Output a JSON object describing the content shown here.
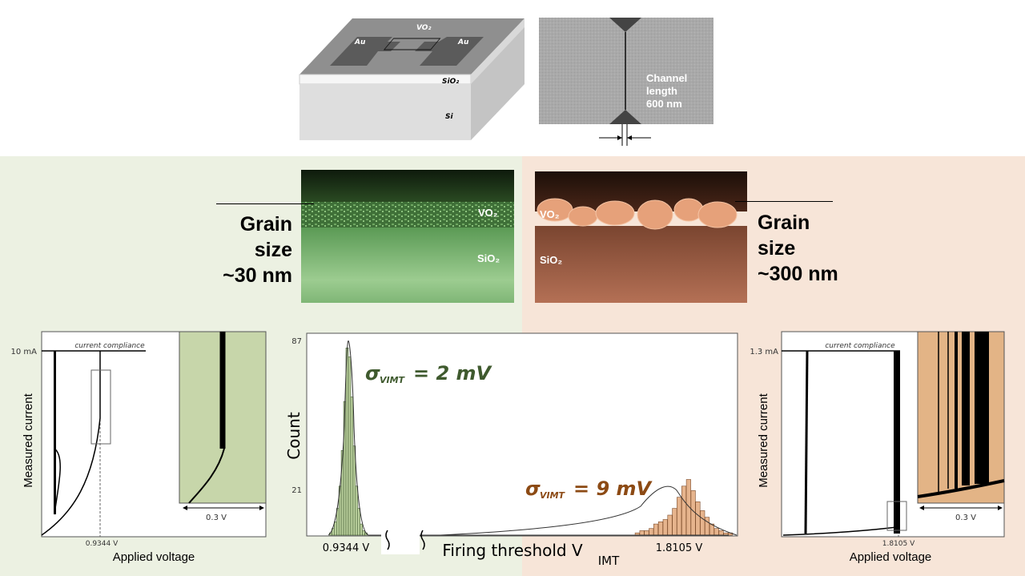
{
  "device_schematic": {
    "labels": {
      "vo2": "VO₂",
      "au_left": "Au",
      "au_right": "Au",
      "sio2": "SiO₂",
      "si": "Si"
    }
  },
  "sem_top": {
    "caption_line1": "Channel",
    "caption_line2": "length",
    "caption_line3": "600 nm"
  },
  "small_grain": {
    "title_line1": "Grain",
    "title_line2": "size",
    "title_line3": "~30 nm",
    "vo2_label": "VO₂",
    "sio2_label": "SiO₂",
    "color": "#9bc58e"
  },
  "large_grain": {
    "title_line1": "Grain",
    "title_line2": "size",
    "title_line3": "~300 nm",
    "vo2_label": "VO₂",
    "sio2_label": "SiO₂",
    "color": "#d98c62"
  },
  "iv_left": {
    "current_label": "10 mA",
    "compliance_label": "current compliance",
    "voltage_tick": "0.9344 V",
    "ylabel": "Measured current",
    "xlabel": "Applied voltage",
    "inset_scale": "0.3 V",
    "inset_color": "#c7d6aa"
  },
  "iv_right": {
    "current_label": "1.3 mA",
    "compliance_label": "current compliance",
    "voltage_tick": "1.8105 V",
    "ylabel": "Measured current",
    "xlabel": "Applied voltage",
    "inset_scale": "0.3 V",
    "inset_color": "#e3b486"
  },
  "histogram": {
    "ylabel": "Count",
    "xlabel": "Firing threshold V",
    "xlabel_sub": "IMT",
    "ytick_top": "87",
    "ytick_mid": "21",
    "xtick_left": "0.9344 V",
    "xtick_right": "1.8105 V",
    "sigma_left_symbol": "σ",
    "sigma_left_sub": "VIMT",
    "sigma_left_value": "= 2 mV",
    "sigma_right_symbol": "σ",
    "sigma_right_sub": "VIMT",
    "sigma_right_value": "= 9 mV",
    "color_left": "#3f5a2e",
    "color_right": "#8c4a14"
  },
  "chart_data": {
    "type": "bar",
    "ylabel": "Count",
    "xlabel": "Firing threshold V IMT",
    "yticks": [
      21,
      87
    ],
    "ylim": [
      0,
      87
    ],
    "series": [
      {
        "x": [
          0.92,
          0.922,
          0.924,
          0.926,
          0.928,
          0.93,
          0.932,
          0.934,
          0.936,
          0.938,
          0.94,
          0.942,
          0.944,
          0.946,
          0.948,
          0.95
        ],
        "values": [
          1,
          3,
          6,
          12,
          22,
          38,
          60,
          84,
          80,
          62,
          40,
          22,
          12,
          5,
          2,
          1
        ]
      },
      {
        "x": [
          1.76,
          1.765,
          1.77,
          1.775,
          1.78,
          1.785,
          1.79,
          1.795,
          1.8,
          1.805,
          1.81,
          1.815,
          1.82,
          1.825,
          1.83,
          1.835,
          1.84,
          1.845,
          1.85,
          1.855,
          1.86
        ],
        "values": [
          1,
          2,
          2,
          3,
          5,
          6,
          7,
          9,
          12,
          17,
          22,
          25,
          20,
          15,
          11,
          8,
          5,
          3,
          2,
          1,
          1
        ]
      }
    ]
  }
}
